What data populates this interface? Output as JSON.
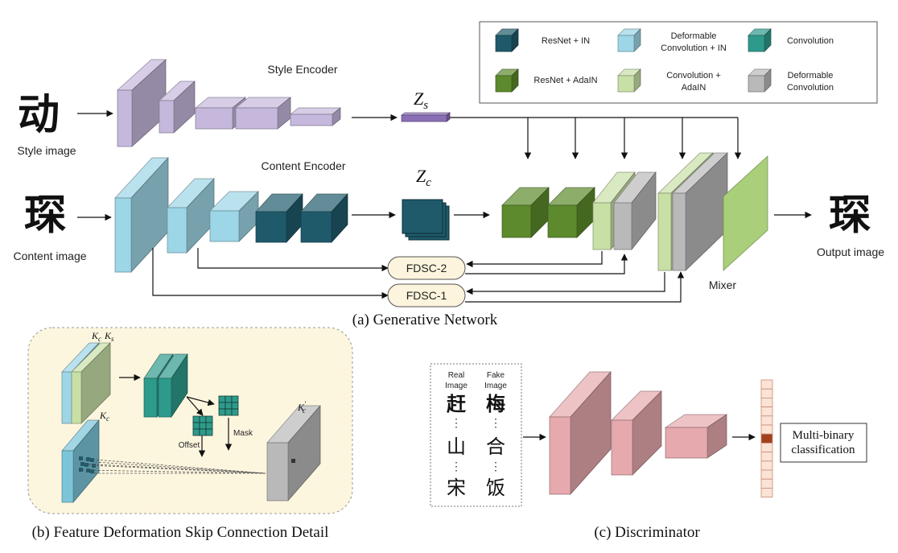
{
  "legend": {
    "items": [
      {
        "label": "ResNet + IN",
        "color": "#1f5a6b"
      },
      {
        "label": "Deformable Convolution + IN",
        "color": "#9dd6e6"
      },
      {
        "label": "Convolution",
        "color": "#2e9a8c"
      },
      {
        "label": "ResNet + AdaIN",
        "color": "#5c8a2c"
      },
      {
        "label": "Convolution + AdaIN",
        "color": "#c8e0a6"
      },
      {
        "label": "Deformable Convolution",
        "color": "#b9b9b9"
      }
    ]
  },
  "generative": {
    "style_image_label": "Style image",
    "style_glyph": "动",
    "style_encoder_label": "Style Encoder",
    "zs_label": "Z_s",
    "content_image_label": "Content image",
    "content_glyph": "琛",
    "content_encoder_label": "Content Encoder",
    "zc_label": "Z_c",
    "fdsc2_label": "FDSC-2",
    "fdsc1_label": "FDSC-1",
    "mixer_label": "Mixer",
    "output_image_label": "Output image",
    "output_glyph": "琛",
    "caption": "(a) Generative Network"
  },
  "fdsc_detail": {
    "k_top": "K",
    "k_c_sub": "c",
    "k_s_sub": "s",
    "kc_label_main": "K",
    "kc_label_sub": "c",
    "kprime_main": "K",
    "kprime_sub": "c",
    "kprime_prime": "′",
    "offset_label": "Offset",
    "mask_label": "Mask",
    "caption": "(b) Feature Deformation Skip Connection Detail"
  },
  "discriminator": {
    "real_label_1": "Real",
    "real_label_2": "Image",
    "fake_label_1": "Fake",
    "fake_label_2": "Image",
    "real_glyphs": [
      "赶",
      "山",
      "宋"
    ],
    "fake_glyphs": [
      "梅",
      "合",
      "饭"
    ],
    "dots": "⋮",
    "output_label_1": "Multi-binary",
    "output_label_2": "classification",
    "caption": "(c) Discriminator"
  }
}
